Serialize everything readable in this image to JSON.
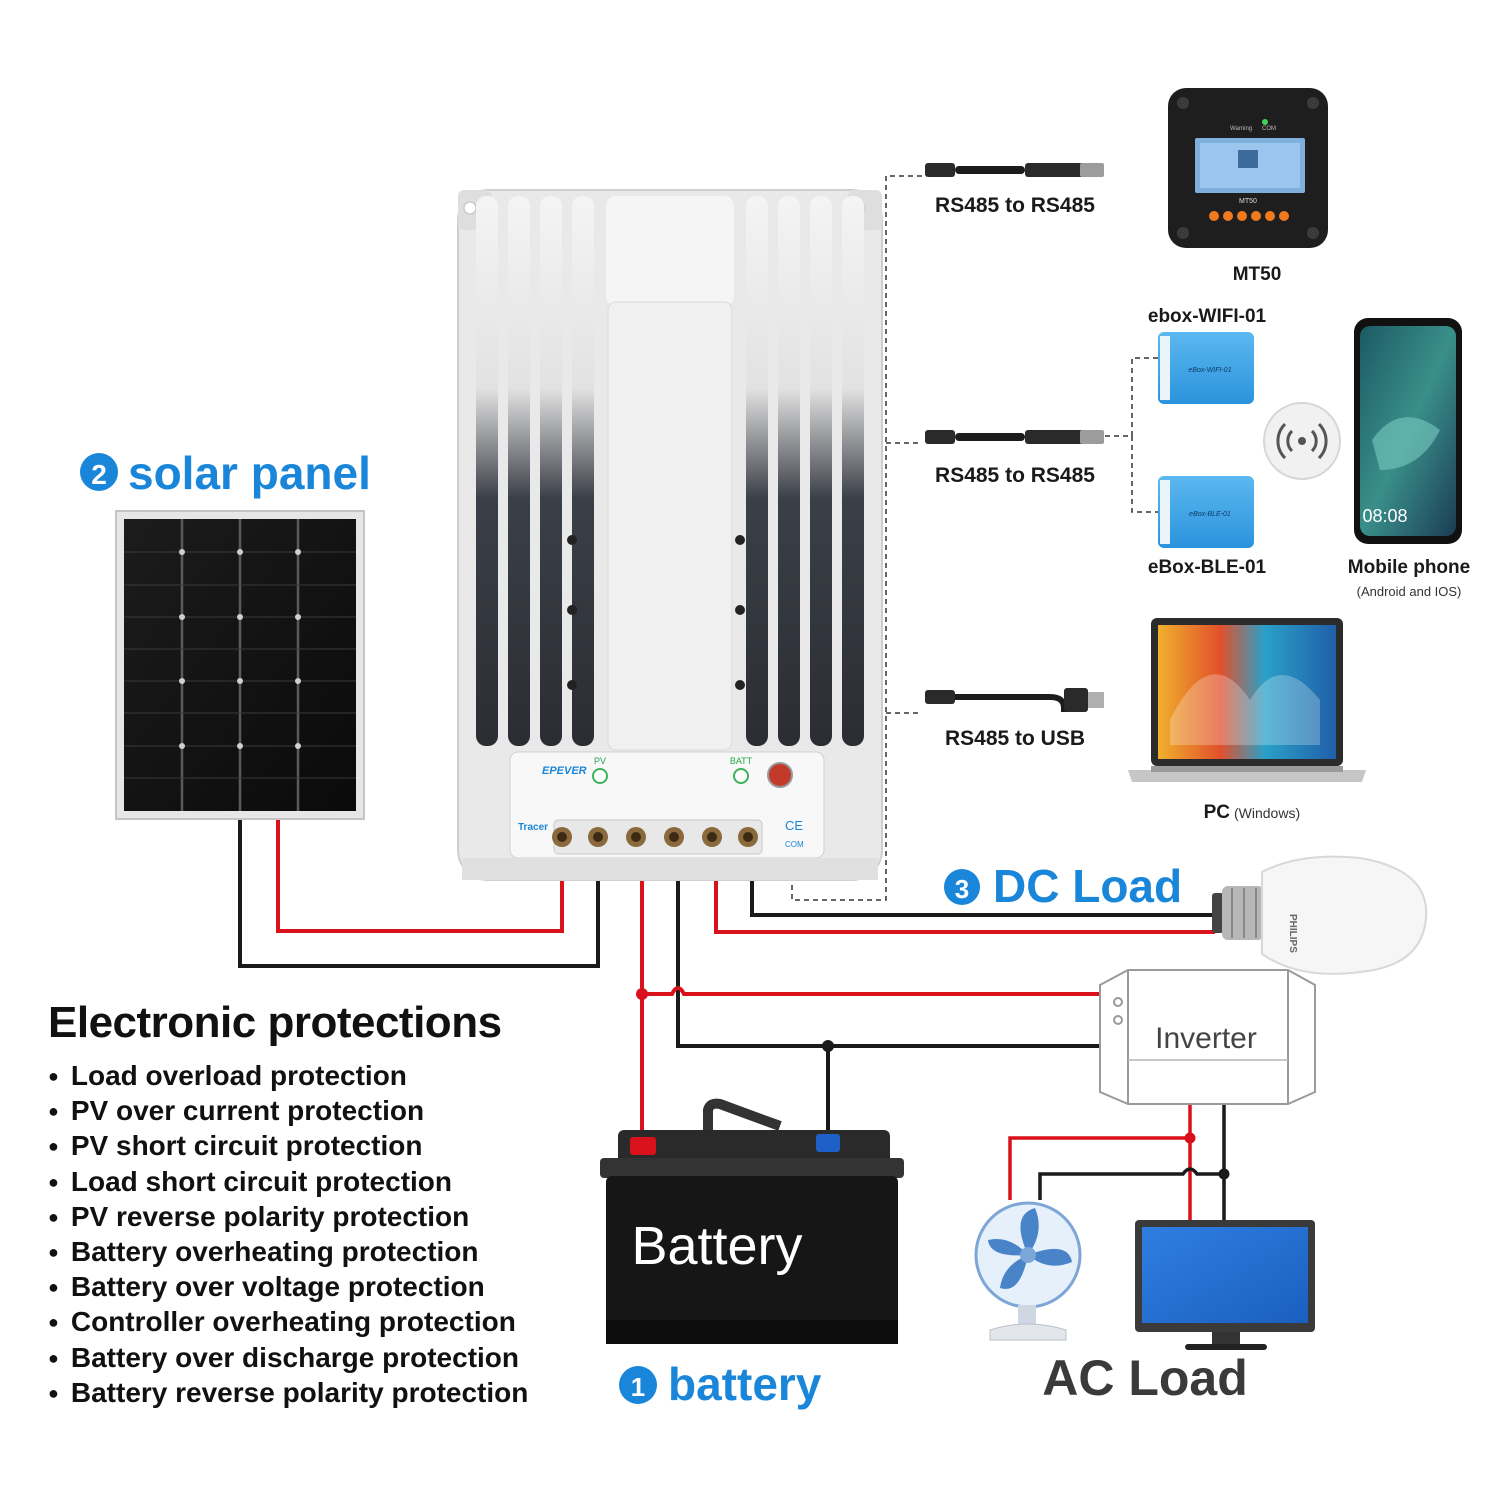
{
  "controller": {
    "brand": "EPEVER",
    "model": "Tracer",
    "indicator_pv": "PV",
    "indicator_batt": "BATT",
    "ce_mark": "CE",
    "com_port": "COM"
  },
  "callouts": {
    "solar_panel": {
      "number": "2",
      "text": "solar panel"
    },
    "dc_load": {
      "number": "3",
      "text": "DC Load"
    },
    "battery": {
      "number": "1",
      "text": "battery"
    }
  },
  "battery_label": "Battery",
  "inverter_label": "Inverter",
  "ac_load_label": "AC Load",
  "cables": [
    "RS485 to RS485",
    "RS485 to RS485",
    "RS485 to USB"
  ],
  "accessories": {
    "mt50": {
      "label": "MT50",
      "screen_brand": "MT50",
      "status_warning": "Warning",
      "status_com": "COM"
    },
    "wifi": {
      "label": "ebox-WIFI-01",
      "device_text": "eBox-WIFI-01"
    },
    "ble": {
      "label": "eBox-BLE-01",
      "device_text": "eBox-BLE-01"
    },
    "phone": {
      "label": "Mobile phone",
      "sub": "(Android and IOS)",
      "clock": "08:08"
    },
    "pc": {
      "label": "PC",
      "sub": "(Windows)"
    }
  },
  "bulb_brand": "PHILIPS",
  "protections": {
    "title": "Electronic protections",
    "items": [
      "Load overload protection",
      "PV over current protection",
      "PV short circuit protection",
      "Load short circuit protection",
      "PV reverse polarity protection",
      "Battery overheating protection",
      "Battery over voltage protection",
      "Controller overheating protection",
      "Battery over discharge protection",
      "Battery reverse polarity protection"
    ]
  },
  "colors": {
    "positive_wire": "#d8111b",
    "negative_wire": "#1a1a1a",
    "accent_blue": "#1a86d9",
    "accessory_blue": "#39a3e6"
  }
}
